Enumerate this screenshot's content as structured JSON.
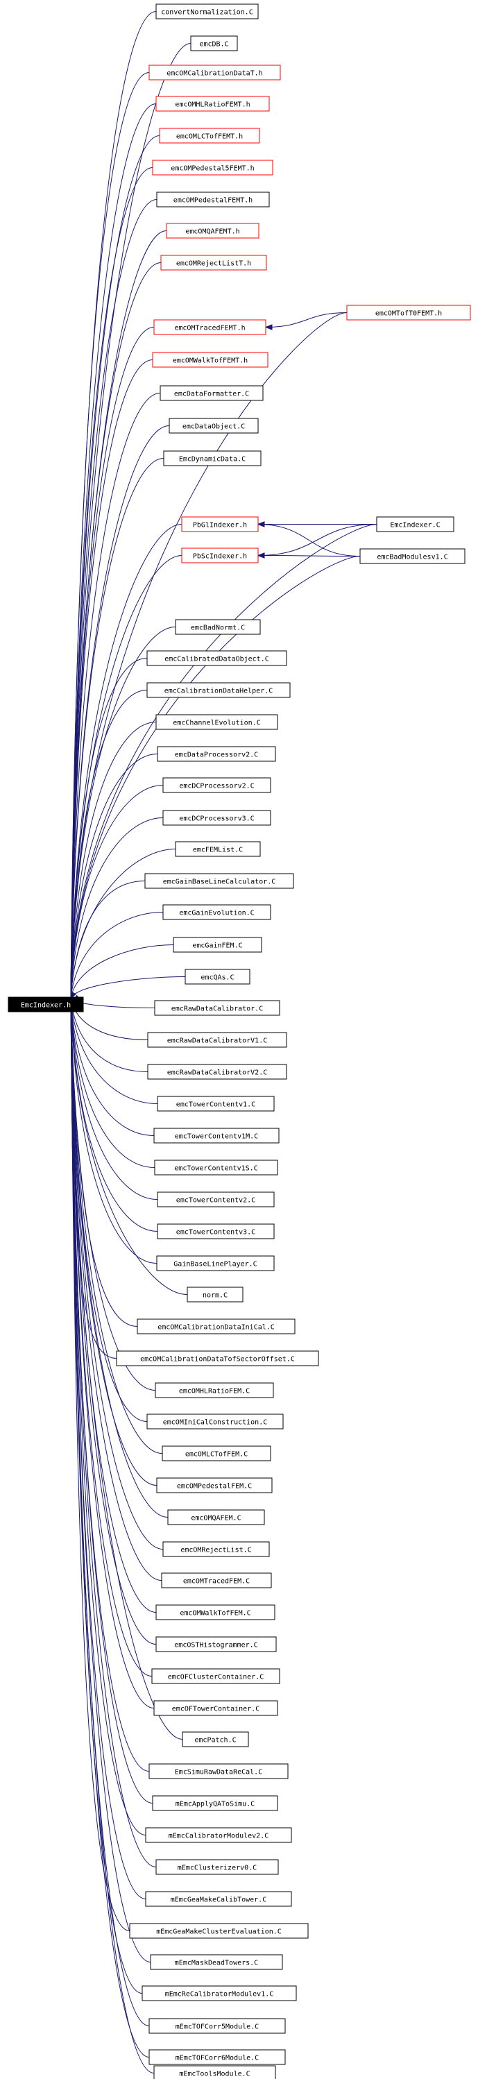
{
  "graph": {
    "root": "EmcIndexer.h",
    "nodes": [
      {
        "id": "n0",
        "label": "convertNormalization.C",
        "missing": false
      },
      {
        "id": "n1",
        "label": "emcDB.C",
        "missing": false
      },
      {
        "id": "n2",
        "label": "emcOMCalibrationDataT.h",
        "missing": true
      },
      {
        "id": "n3",
        "label": "emcOMHLRatioFEMT.h",
        "missing": true
      },
      {
        "id": "n4",
        "label": "emcOMLCTofFEMT.h",
        "missing": true
      },
      {
        "id": "n5",
        "label": "emcOMPedestal5FEMT.h",
        "missing": true
      },
      {
        "id": "n6",
        "label": "emcOMPedestalFEMT.h",
        "missing": false
      },
      {
        "id": "n7",
        "label": "emcOMQAFEMT.h",
        "missing": true
      },
      {
        "id": "n8",
        "label": "emcOMRejectListT.h",
        "missing": true
      },
      {
        "id": "n9",
        "label": "emcOMTofT0FEMT.h",
        "missing": true
      },
      {
        "id": "n10",
        "label": "emcOMTracedFEMT.h",
        "missing": true
      },
      {
        "id": "n11",
        "label": "emcOMWalkTofFEMT.h",
        "missing": true
      },
      {
        "id": "n12",
        "label": "emcDataFormatter.C",
        "missing": false
      },
      {
        "id": "n13",
        "label": "emcDataObject.C",
        "missing": false
      },
      {
        "id": "n14",
        "label": "EmcDynamicData.C",
        "missing": false
      },
      {
        "id": "n15",
        "label": "PbGlIndexer.h",
        "missing": true
      },
      {
        "id": "n16",
        "label": "EmcIndexer.C",
        "missing": false
      },
      {
        "id": "n17",
        "label": "PbScIndexer.h",
        "missing": true
      },
      {
        "id": "n18",
        "label": "emcBadModulesv1.C",
        "missing": false
      },
      {
        "id": "n19",
        "label": "emcBadNormt.C",
        "missing": false
      },
      {
        "id": "n20",
        "label": "emcCalibratedDataObject.C",
        "missing": false
      },
      {
        "id": "n21",
        "label": "emcCalibrationDataHelper.C",
        "missing": false
      },
      {
        "id": "n22",
        "label": "emcChannelEvolution.C",
        "missing": false
      },
      {
        "id": "n23",
        "label": "emcDataProcessorv2.C",
        "missing": false
      },
      {
        "id": "n24",
        "label": "emcDCProcessorv2.C",
        "missing": false
      },
      {
        "id": "n25",
        "label": "emcDCProcessorv3.C",
        "missing": false
      },
      {
        "id": "n26",
        "label": "emcFEMList.C",
        "missing": false
      },
      {
        "id": "n27",
        "label": "emcGainBaseLineCalculator.C",
        "missing": false
      },
      {
        "id": "n28",
        "label": "emcGainEvolution.C",
        "missing": false
      },
      {
        "id": "n29",
        "label": "emcGainFEM.C",
        "missing": false
      },
      {
        "id": "n30",
        "label": "emcQAs.C",
        "missing": false
      },
      {
        "id": "n31",
        "label": "emcRawDataCalibrator.C",
        "missing": false
      },
      {
        "id": "n32",
        "label": "emcRawDataCalibratorV1.C",
        "missing": false
      },
      {
        "id": "n33",
        "label": "emcRawDataCalibratorV2.C",
        "missing": false
      },
      {
        "id": "n34",
        "label": "emcTowerContentv1.C",
        "missing": false
      },
      {
        "id": "n35",
        "label": "emcTowerContentv1M.C",
        "missing": false
      },
      {
        "id": "n36",
        "label": "emcTowerContentv1S.C",
        "missing": false
      },
      {
        "id": "n37",
        "label": "emcTowerContentv2.C",
        "missing": false
      },
      {
        "id": "n38",
        "label": "emcTowerContentv3.C",
        "missing": false
      },
      {
        "id": "n39",
        "label": "GainBaseLinePlayer.C",
        "missing": false
      },
      {
        "id": "n40",
        "label": "norm.C",
        "missing": false
      },
      {
        "id": "n41",
        "label": "emcOMCalibrationDataIniCal.C",
        "missing": false
      },
      {
        "id": "n42",
        "label": "emcOMCalibrationDataTofSectorOffset.C",
        "missing": false
      },
      {
        "id": "n43",
        "label": "emcOMHLRatioFEM.C",
        "missing": false
      },
      {
        "id": "n44",
        "label": "emcOMIniCalConstruction.C",
        "missing": false
      },
      {
        "id": "n45",
        "label": "emcOMLCTofFEM.C",
        "missing": false
      },
      {
        "id": "n46",
        "label": "emcOMPedestalFEM.C",
        "missing": false
      },
      {
        "id": "n47",
        "label": "emcOMQAFEM.C",
        "missing": false
      },
      {
        "id": "n48",
        "label": "emcOMRejectList.C",
        "missing": false
      },
      {
        "id": "n49",
        "label": "emcOMTracedFEM.C",
        "missing": false
      },
      {
        "id": "n50",
        "label": "emcOMWalkTofFEM.C",
        "missing": false
      },
      {
        "id": "n51",
        "label": "emcOSTHistogrammer.C",
        "missing": false
      },
      {
        "id": "n52",
        "label": "emcOFClusterContainer.C",
        "missing": false
      },
      {
        "id": "n53",
        "label": "emcOFTowerContainer.C",
        "missing": false
      },
      {
        "id": "n54",
        "label": "emcPatch.C",
        "missing": false
      },
      {
        "id": "n55",
        "label": "EmcSimuRawDataReCal.C",
        "missing": false
      },
      {
        "id": "n56",
        "label": "mEmcApplyQAToSimu.C",
        "missing": false
      },
      {
        "id": "n57",
        "label": "mEmcCalibratorModulev2.C",
        "missing": false
      },
      {
        "id": "n58",
        "label": "mEmcClusterizerv0.C",
        "missing": false
      },
      {
        "id": "n59",
        "label": "mEmcGeaMakeCalibTower.C",
        "missing": false
      },
      {
        "id": "n60",
        "label": "mEmcGeaMakeClusterEvaluation.C",
        "missing": false
      },
      {
        "id": "n61",
        "label": "mEmcMaskDeadTowers.C",
        "missing": false
      },
      {
        "id": "n62",
        "label": "mEmcReCalibratorModulev1.C",
        "missing": false
      },
      {
        "id": "n63",
        "label": "mEmcTOFCorr5Module.C",
        "missing": false
      },
      {
        "id": "n64",
        "label": "mEmcTOFCorr6Module.C",
        "missing": false
      },
      {
        "id": "n65",
        "label": "mEmcToolsModule.C",
        "missing": false
      }
    ],
    "edges": [
      {
        "from": "n9",
        "to": "n10"
      },
      {
        "from": "n16",
        "to": "n15"
      },
      {
        "from": "n16",
        "to": "n17"
      },
      {
        "from": "n18",
        "to": "n15"
      },
      {
        "from": "n18",
        "to": "n17"
      }
    ]
  }
}
